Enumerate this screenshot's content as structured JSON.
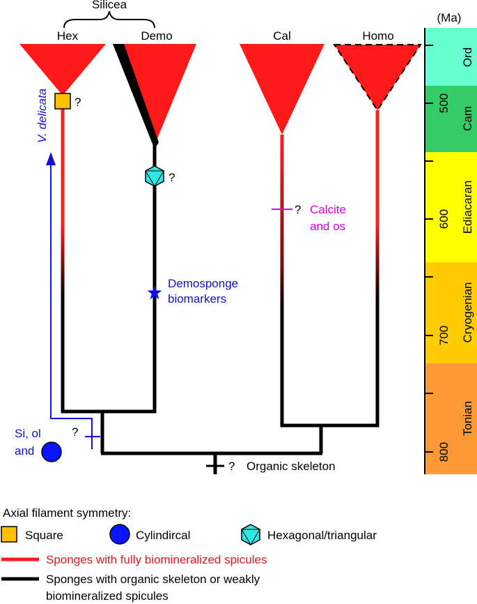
{
  "clade_group": "Silicea",
  "clades": {
    "hex": "Hex",
    "demo": "Demo",
    "cal": "Cal",
    "homo": "Homo"
  },
  "fossil_label": "V. delicata",
  "question_mark": "?",
  "annotations": {
    "demosponge_line1": "Demosponge",
    "demosponge_line2": "biomarkers",
    "calcite_line1": "Calcite",
    "calcite_line2": "and os",
    "si_line1": "Si, ol",
    "si_line2": "and",
    "organic_skeleton": "Organic skeleton"
  },
  "timescale": {
    "unit": "(Ma)",
    "ticks": [
      "500",
      "600",
      "700",
      "800"
    ],
    "periods": [
      {
        "name": "Ord",
        "color": "#66ffd0"
      },
      {
        "name": "Cam",
        "color": "#33cc66"
      },
      {
        "name": "Ediacaran",
        "color": "#ffff00"
      },
      {
        "name": "Cryogenian",
        "color": "#ffcc00"
      },
      {
        "name": "Tonian",
        "color": "#ff9933"
      }
    ]
  },
  "legend": {
    "title": "Axial filament symmetry:",
    "square": "Square",
    "cylindrical": "Cylindircal",
    "hexagonal": "Hexagonal/triangular",
    "red_line": "Sponges with fully biomineralized spicules",
    "black_line_1": "Sponges with organic skeleton or weakly",
    "black_line_2": "biomineralized spicules"
  },
  "colors": {
    "biomineralized": "#ff1a1a",
    "organic": "#000000",
    "annotation_blue": "#1010e0",
    "calcite_magenta": "#e000e0",
    "square_marker": "#ffc000",
    "hexagon_marker": "#33e6e6"
  }
}
